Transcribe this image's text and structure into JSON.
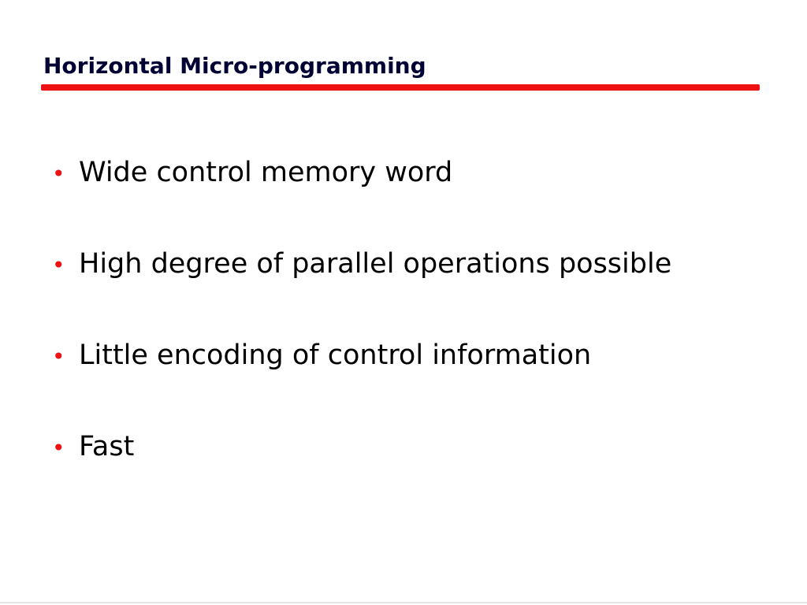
{
  "slide": {
    "title": "Horizontal Micro-programming",
    "bullets": [
      "Wide control memory word",
      "High degree of parallel operations possible",
      "Little encoding of control information",
      "Fast"
    ],
    "bullet_glyph": "•"
  },
  "colors": {
    "accent": "#ee1111",
    "title_text": "#000033",
    "body_text": "#000000",
    "background": "#ffffff"
  }
}
